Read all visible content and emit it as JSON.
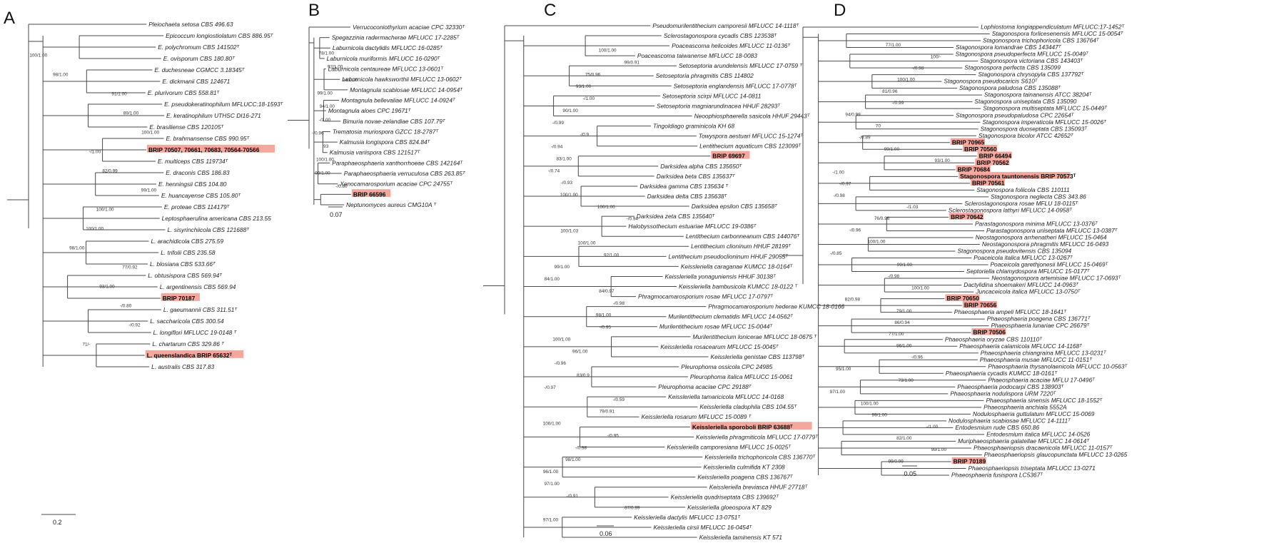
{
  "colors": {
    "highlight": "#f4a79c",
    "line": "#4a4a4a"
  },
  "panels": [
    {
      "letter": "A",
      "scale": "0.2",
      "highlights": [
        "BRIP 70507, 70661, 70683, 70564-70566",
        "BRIP 70187",
        "L. queenslandica BRIP 65632ᵀ"
      ],
      "taxa": [
        "Pleiochaeta setosa CBS 496.63",
        "Epicoccum longiostiolatum CBS 886.95ᵀ",
        "E. polychromum CBS 141502ᵀ",
        "E. ovisporum CBS 180.80ᵀ",
        "E. duchesneae CGMCC 3.18345ᵀ",
        "E. dickmanii CBS 124671",
        "E. plurivorum CBS 558.81ᵀ",
        "E. pseudokeratinophilum MFLUCC:18-1593ᵀ",
        "E. keratinophilum UTHSC DI16-271",
        "E. brasiliense CBS 120105ᵀ",
        "E. brahmansense CBS 990.95ᵀ",
        "BRIP 70507, 70661, 70683, 70564-70566",
        "E. multiceps CBS 119734ᵀ",
        "E. draconis CBS 186.83",
        "E. henningsii CBS 104.80",
        "E. huancayense CBS 105.80ᵀ",
        "E. proteae CBS 114179ᵀ",
        "Leptosphaerulina americana CBS 213.55",
        "L. sisyrinchiicola CBS 121688ᵀ",
        "L. arachidicola CBS 275.59",
        "L. trifolii CBS 235.58",
        "L. blosiana CBS 533.66ᵀ",
        "L. obtusispora CBS 569.94ᵀ",
        "L. argentinensis CBS 569.94",
        "BRIP 70187",
        "L. gaeumannii CBS 311.51ᵀ",
        "L. saccharicola CBS 300.54",
        "L. longiflori MFLUCC 19-0148 ᵀ",
        "L. chartarum CBS 329.86 ᵀ",
        "L. queenslandica BRIP 65632ᵀ",
        "L. australis CBS 317.83"
      ],
      "supports": [
        "100/1.00",
        "98/1.00",
        "91/1.00",
        "89/1.00",
        "100/1.00",
        "-/1.00",
        "82/0.99",
        "99/1.00",
        "100/1.00",
        "100/1.00",
        "98/1.00",
        "77/0.92",
        "93/1.00",
        "-/0.80",
        "-/0.92",
        "71/-"
      ]
    },
    {
      "letter": "B",
      "scale": "0.07",
      "highlights": [
        "BRIP 66596"
      ],
      "taxa": [
        "Verrucoconiothyrium acaciae CPC 32330ᵀ",
        "Spegazzinia radermacherae MFLUCC 17-2285ᵀ",
        "Laburnicola dactylidis MFLUCC 16-0285ᵀ",
        "Laburnicola muriformis MFLUCC 16-0290ᵀ",
        "Laburnicola centaureae MFLUCC 13-0601ᵀ",
        "Laburnicola hawksworthii MFLUCC 13-0602ᵀ",
        "Montagnula scabiosae MFLUCC 14-0954ᵀ",
        "Montagnula bellevaliae MFLUCC 14-0924ᵀ",
        "Montagnula aloes CPC 19671ᵀ",
        "Bimuria novae-zelandiae CBS 107.79ᵀ",
        "Trematosia muriospora GZCC 18-2787ᵀ",
        "Kalmusia longispora CBS 824.84ᵀ",
        "Kalmusia variispora CBS 121517ᵀ",
        "Paraphaeosphaeria xanthorrhoeae CBS 142164ᵀ",
        "Paraphaeosphaeria verruculosa CBS 263.85ᵀ",
        "Xenocamarosporium acaciae CPC 24755ᵀ",
        "BRIP 66596",
        "Neptunomyces aureus CMG10A ᵀ"
      ],
      "supports": [
        "78/1.00",
        "92/1.00",
        "94/1.00",
        "99/1.00",
        "94/1.00",
        "-/1.00",
        "-/0.96",
        "93",
        "100/1.00",
        "99/1.00",
        "-/0.80"
      ]
    },
    {
      "letter": "C",
      "scale": "0.06",
      "highlights": [
        "BRIP 69697",
        "Keissleriella sporoboli BRIP 63688ᵀ"
      ],
      "taxa": [
        "Pseudomurilentithecium camporesii MFLUCC 14-1118ᵀ",
        "Sclerostagonospora cycadis CBS 123538ᵀ",
        "Poaceascoma helicoides MFLUCC 11-0136ᵀ",
        "Poaceascoma taiwanense MFLUCC 18-0083",
        "Setoseptoria arundelensis MFLUCC 17-0759 ᵀ",
        "Setoseptoria phragmitis CBS 114802",
        "Setoseptoria englandensis MFLUCC 17-0778ᵀ",
        "Setoseptoria scirpi MFLUCC 14-0811",
        "Setoseptoria magniarundinacea HHUF 28293ᵀ",
        "Neoophiosphaerella sasicola HHUF 29443ᵀ",
        "Tingoldiago graminicola KH 68",
        "Towyspora aestuari MFLUCC 15-1274ᵀ",
        "Lentithecium aquaticum CBS 123099ᵀ",
        "BRIP 69697",
        "Darksidea alpha CBS 135650ᵀ",
        "Darksidea beta CBS 135637ᵀ",
        "Darksidea gamma CBS 135634 ᵀ",
        "Darksidea delta CBS 135638ᵀ",
        "Darksidea epsilon CBS 135658ᵀ",
        "Darksidea zeta CBS 135640ᵀ",
        "Halobyssothecium estuariae MFLUCC 19-0386ᵀ",
        "Lentithecium carbonneanum CBS 144076ᵀ",
        "Lentithecium clioninum HHUF 28199ᵀ",
        "Lentithecium pseudoclioninum HHUF 29055ᵀ",
        "Keissleriella caraganae KUMCC 18-0164ᵀ",
        "Keissleriella yonaguniensis HHUF 30138ᵀ",
        "Keissleriella bambusicola KUMCC 18-0122 ᵀ",
        "Phragmocamarosporium rosae MFLUCC 17-0797ᵀ",
        "Phragmocamarosporium hederae KUMCC 18-0166",
        "Murilentithecium clematidis MFLUCC 14-0562ᵀ",
        "Murilentithecium rosae MFLUCC 15-0044ᵀ",
        "Murilentithecium lonicerae MFLUCC 18-0675 ᵀ",
        "Keissleriella rosacearum MFLUCC 15-0045ᵀ",
        "Keissleriella genistae CBS 113798ᵀ",
        "Pleurophoma ossicola CPC 24985",
        "Pleurophoma italica MFLUCC 15-0061",
        "Pleurophoma acaciae CPC 29188ᵀ",
        "Keissleriella tamaricicola MFLUCC 14-0168",
        "Keissleriella cladophila CBS 104.55ᵀ",
        "Keissleriella rosarum MFLUCC 15-0089 ᵀ",
        "Keissleriella sporoboli BRIP 63688ᵀ",
        "Keissleriella phragmiticola MFLUCC 17-0779ᵀ",
        "Keissleriella camporesiana MFLUCC 15-0025ᵀ",
        "Keissleriella trichophoricola CBS 136770ᵀ",
        "Keissleriella culmifida KT 2308",
        "Keissleriella poagena CBS 136767ᵀ",
        "Keissleriella breviasca HHUF 27718ᵀ",
        "Keissleriella quadriseptata CBS 139692ᵀ",
        "Keissleriella gloeospora KT 829",
        "Keissleriella dactylis MFLUCC 13-0751ᵀ",
        "Keissleriella cirsii MFLUCC 16-0454ᵀ",
        "Keissleriella taminensis KT 571"
      ],
      "supports": [
        "100/1.00",
        "99/0.91",
        "75/0.96",
        "93/1.00",
        "-/1.00",
        "90/1.00",
        "-/0.99",
        "-/0.9",
        "-/0.94",
        "83/1.00",
        "-/0.74",
        "-/0.93",
        "100/1.00",
        "100/1.00",
        "-/0.94",
        "100/1.03",
        "100/1.00",
        "92/1.00",
        "99/1.00",
        "84/1.00",
        "84/0.97",
        "-/0.98",
        "98/1.00",
        "-/0.95",
        "100/1.00",
        "96/1.00",
        "-/0.96",
        "83/0.9",
        "-/0.97",
        "-/0.59",
        "79/0.91",
        "100/1.00",
        "-/0.95",
        "-/0.98",
        "98/1.00",
        "96/1.00",
        "97/1.00",
        "-/0.91",
        "87/0.99",
        "97/1.00"
      ]
    },
    {
      "letter": "D",
      "scale": "0.05",
      "highlights": [
        "BRIP 70965",
        "BRIP 70560",
        "BRIP 66494",
        "BRIP 70562",
        "BRIP 70684",
        "Stagonospora tauntonensis BRIP 70573ᵀ",
        "BRIP 70561",
        "BRIP 70642",
        "BRIP 70650",
        "BRIP 70656",
        "BRIP 70506",
        "BRIP 70189"
      ],
      "taxa": [
        "Lophiostoma longiappendiculatum MFLUCC:17-1452ᵀ",
        "Stagonospora forlicesenensis MFLUCC 15-0054ᵀ",
        "Stagonospora trichophoricola CBS 136764ᵀ",
        "Stagonospora lomandrae CBS 143447ᵀ",
        "Stagonospora pseudoperfecta MFLUCC 15-0049ᵀ",
        "Stagonospora victoriana CBS 143403ᵀ",
        "Stagonospora perfecta CBS 135099",
        "Stagonospora chrysopyla CBS 137792ᵀ",
        "Stagonospora pseudocaricis S610ᵀ",
        "Stagonospora paludosa CBS 135088ᵀ",
        "Stagonospora tainanensis ATCC 38204ᵀ",
        "Stagonospora uniseptata CBS 135090",
        "Stagonospora multiseptata MFLUCC 15-0449ᵀ",
        "Stagonospora pseudopaludosa CPC 22654ᵀ",
        "Stagonospora imperaticola MFLUCC 15-0026ᵀ",
        "Stagonospora duoseptata CBS 135093ᵀ",
        "Stagonospora bicolor ATCC 42652ᵀ",
        "BRIP 70965",
        "BRIP 70560",
        "BRIP 66494",
        "BRIP 70562",
        "BRIP 70684",
        "Stagonospora tauntonensis BRIP 70573ᵀ",
        "BRIP 70561",
        "Stagonospora foliicola CBS 110111",
        "Stagonospora neglecta CBS 343.86",
        "Sclerostagonospora rosae MFLU 18-0115ᵀ",
        "Sclerostagonospora lathyri MFLUCC 14-0958ᵀ",
        "BRIP 70642",
        "Parastagonospora minima MFLUCC 13-0376ᵀ",
        "Parastagonospora uniseptata MFLUCC 13-0387ᵀ",
        "Neostagonospora arrhenatheri MFLUCC 15-0464",
        "Neostagonospora phragmitis MFLUCC 16-0493",
        "Stagonospora pseudovitensis CBS 135094",
        "Poaceicola italica MFLUCC 13-0267ᵀ",
        "Poaceicola garethjonesii MFLUCC 15-0469ᵀ",
        "Septoriella chlamydospora MFLUCC 15-0177ᵀ",
        "Neostagonospora artemisiae MFLUCC 17-0693ᵀ",
        "Dactylidina shoemakeri MFLUCC 14-0963ᵀ",
        "Juncaceicola italica MFLUCC 13-0750ᵀ",
        "BRIP 70650",
        "BRIP 70656",
        "Phaeosphaeria ampeli MFLUCC 18-1641ᵀ",
        "Phaeosphaeria poagena CBS 136771ᵀ",
        "Phaeosphaeria lunariae CPC 26679ᵀ",
        "BRIP 70506",
        "Phaeosphaeria oryzae CBS 110110ᵀ",
        "Phaeosphaeria calamicola MFLUCC 14-1168ᵀ",
        "Phaeosphaeria chiangraina MFLUCC 13-0231ᵀ",
        "Phaeosphaeria musae MFLUCC 11-0151ᵀ",
        "Phaeosphaeria thysanolaenicola MFLUCC 10-0563ᵀ",
        "Phaeosphaeria cycadis KUMCC 18-0161ᵀ",
        "Phaeosphaeria acaciae MFLU 17-0496ᵀ",
        "Phaeosphaeria podocarpi CBS 138903ᵀ",
        "Phaeosphaeria nodulispora URM 7220ᵀ",
        "Phaeosphaeria sinensis MFLUCC 18-1552ᵀ",
        "Phaeosphaeria anchiala 5552A",
        "Nodulosphaeria guttulatum MFLUCC 15-0069",
        "Nodulosphaeria scabiosae MFLUCC 14-1111ᵀ",
        "Entodesmium rude CBS 650.86",
        "Entodesmium italica MFLUCC 14-0526",
        "Muriphaeosphaeria galatellae MFLUCC 14-0614ᵀ",
        "Phaeosphaeriopsis dracaenicola MFLUCC 11-0157ᵀ",
        "Phaeosphaeriopsis glaucopunctata MFLUCC 13-0265",
        "BRIP 70189",
        "Phaeosphaeriopsis triseptata MFLUCC 13-0271",
        "Phaeosphaeria fusispora LC5367ᵀ"
      ],
      "supports": [
        "77/1.00",
        "100/-",
        "-/0.98",
        "100/1.00",
        "81/0.96",
        "-/0.99",
        "94/0.99",
        "70",
        "-/0.89",
        "99/1.00",
        "93/1.00",
        "-/1.00",
        "-/0.97",
        "-/0.98",
        "-/1.03",
        "76/0.96",
        "-/0.96",
        "100/1.00",
        "-/0.85",
        "99/1.00",
        "-/0.98",
        "100/1.00",
        "82/0.98",
        "79/1.00",
        "86/0.94",
        "77/1.00",
        "96/1.00",
        "-/0.96",
        "95/1.00",
        "73/1.00",
        "97/1.00",
        "100/1.00",
        "99/1.00",
        "-/1.00",
        "82/1.00",
        "99/1.00",
        "99/0.99"
      ]
    }
  ]
}
